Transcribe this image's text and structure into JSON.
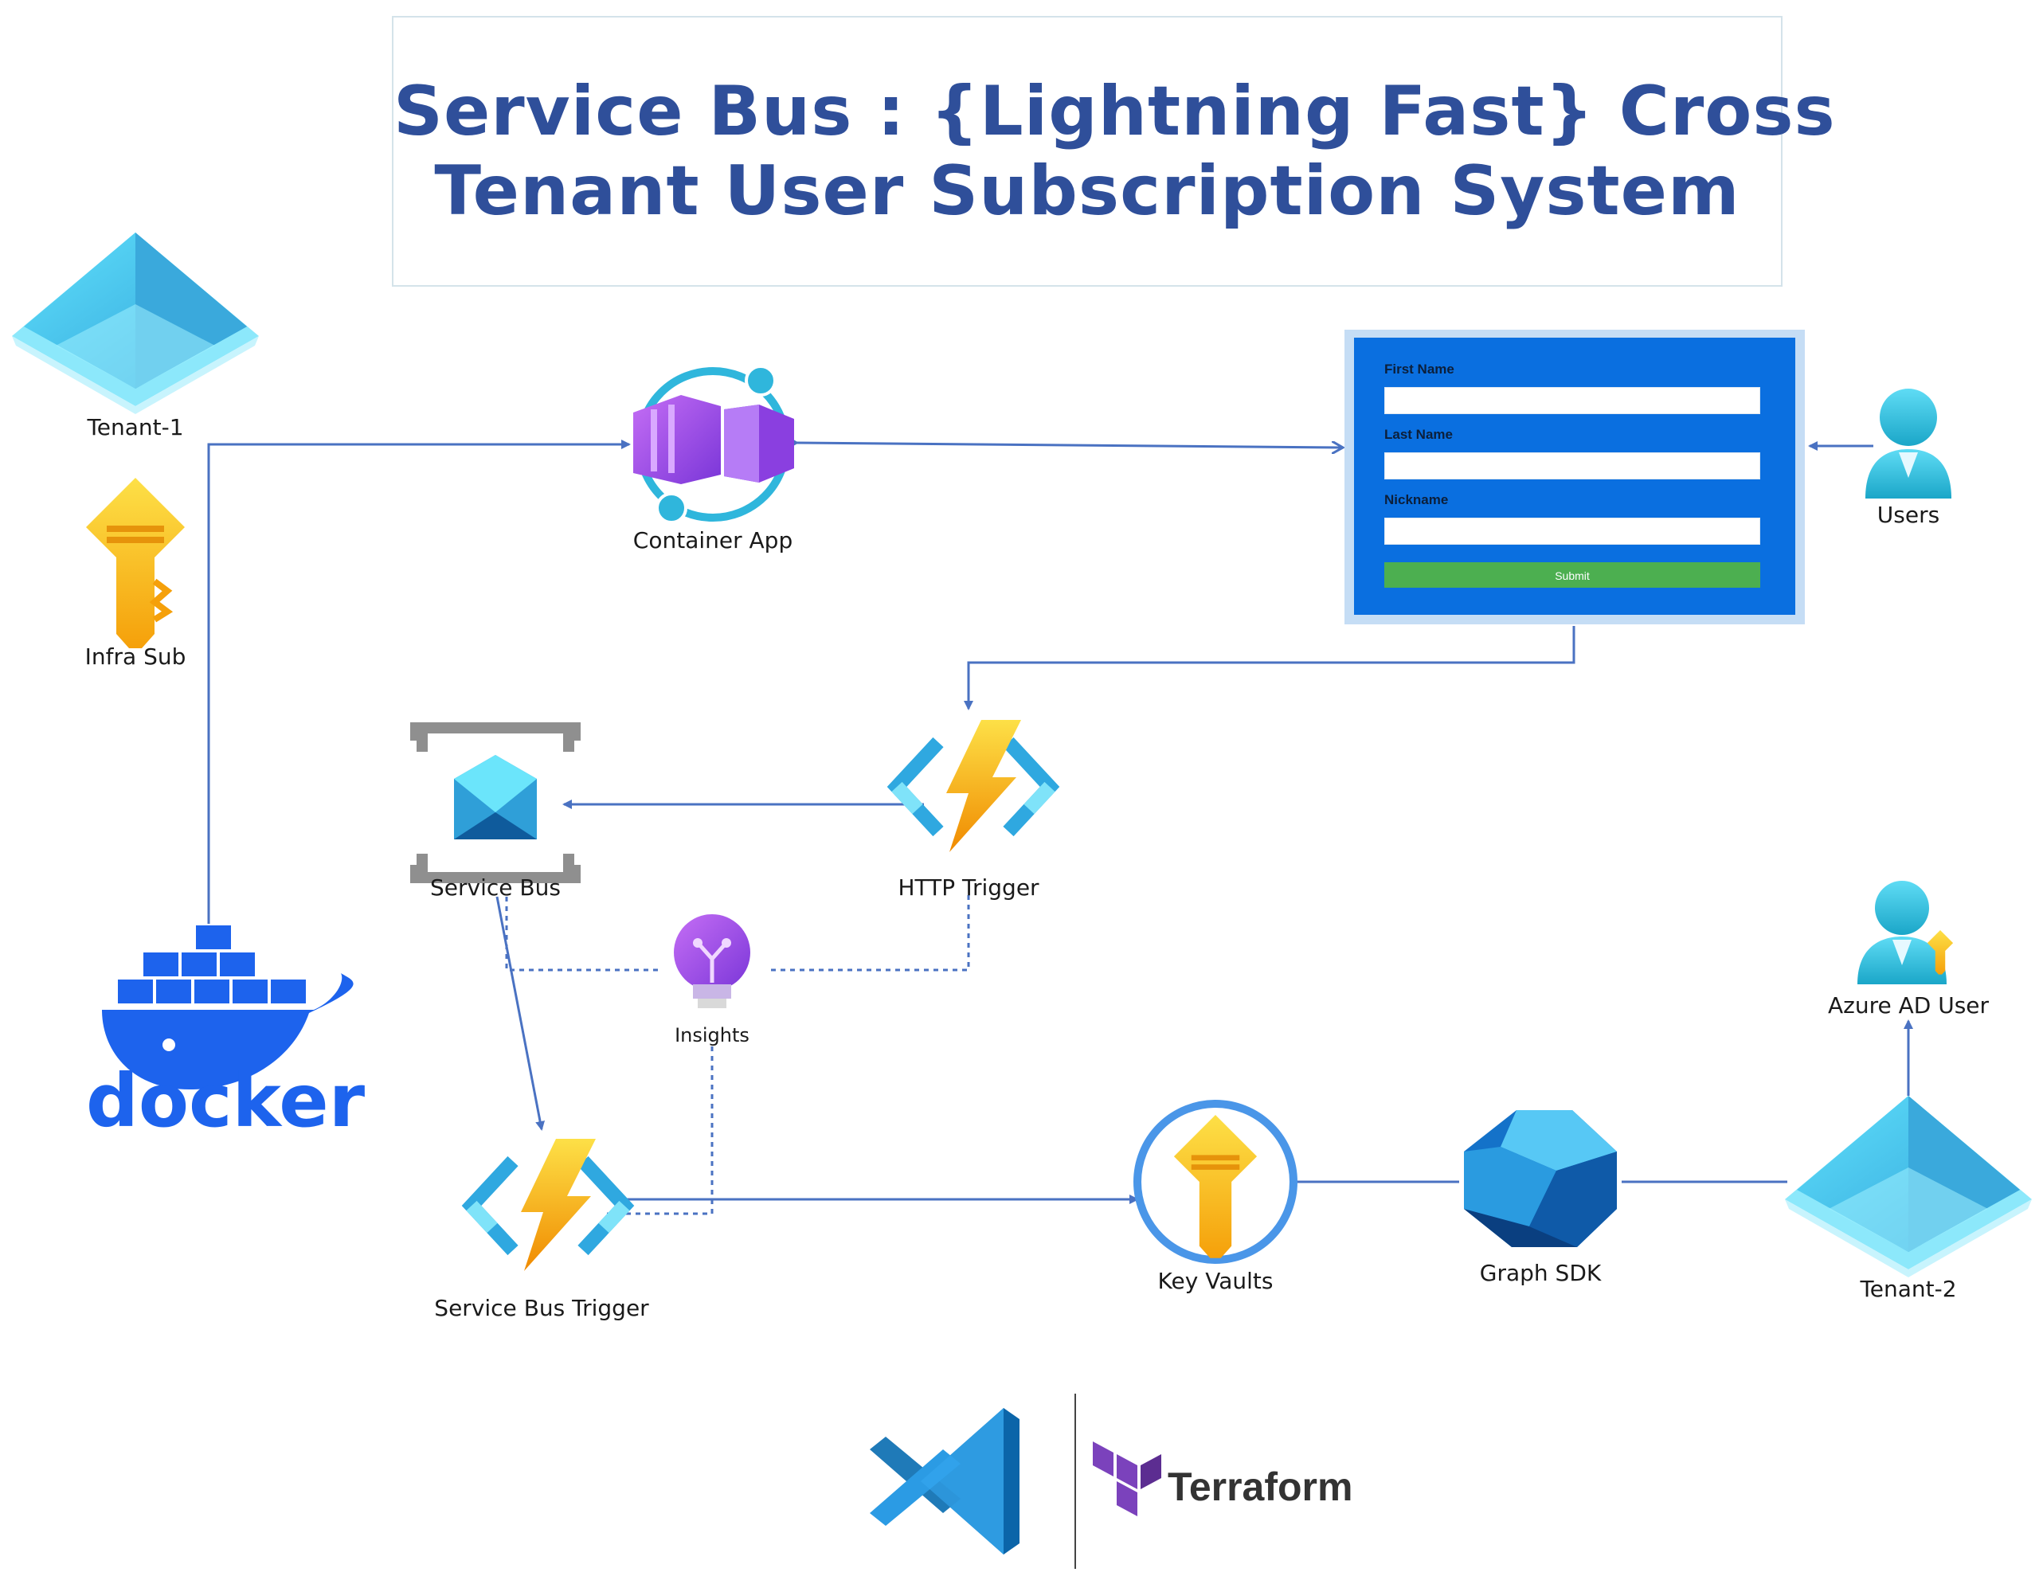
{
  "title": {
    "line1": "Service Bus : {Lightning Fast} Cross",
    "line2": "Tenant User Subscription System"
  },
  "nodes": {
    "tenant1": "Tenant-1",
    "infra_sub": "Infra Sub",
    "container_app": "Container App",
    "users": "Users",
    "http_trigger": "HTTP Trigger",
    "service_bus": "Service Bus",
    "insights": "Insights",
    "service_bus_trigger": "Service Bus Trigger",
    "key_vaults": "Key Vaults",
    "graph_sdk": "Graph SDK",
    "tenant2": "Tenant-2",
    "azure_ad_user": "Azure AD User"
  },
  "form": {
    "first_name_label": "First Name",
    "last_name_label": "Last Name",
    "nickname_label": "Nickname",
    "first_name_value": "",
    "last_name_value": "",
    "nickname_value": "",
    "submit_label": "Submit"
  },
  "logos": {
    "docker": "docker",
    "terraform": "Terraform"
  },
  "colors": {
    "title": "#2f4f9a",
    "connector": "#4a72c2",
    "form_bg": "#0a6fe0",
    "submit": "#4caf50",
    "docker": "#1d63ed",
    "terraform": "#7b42bc"
  }
}
